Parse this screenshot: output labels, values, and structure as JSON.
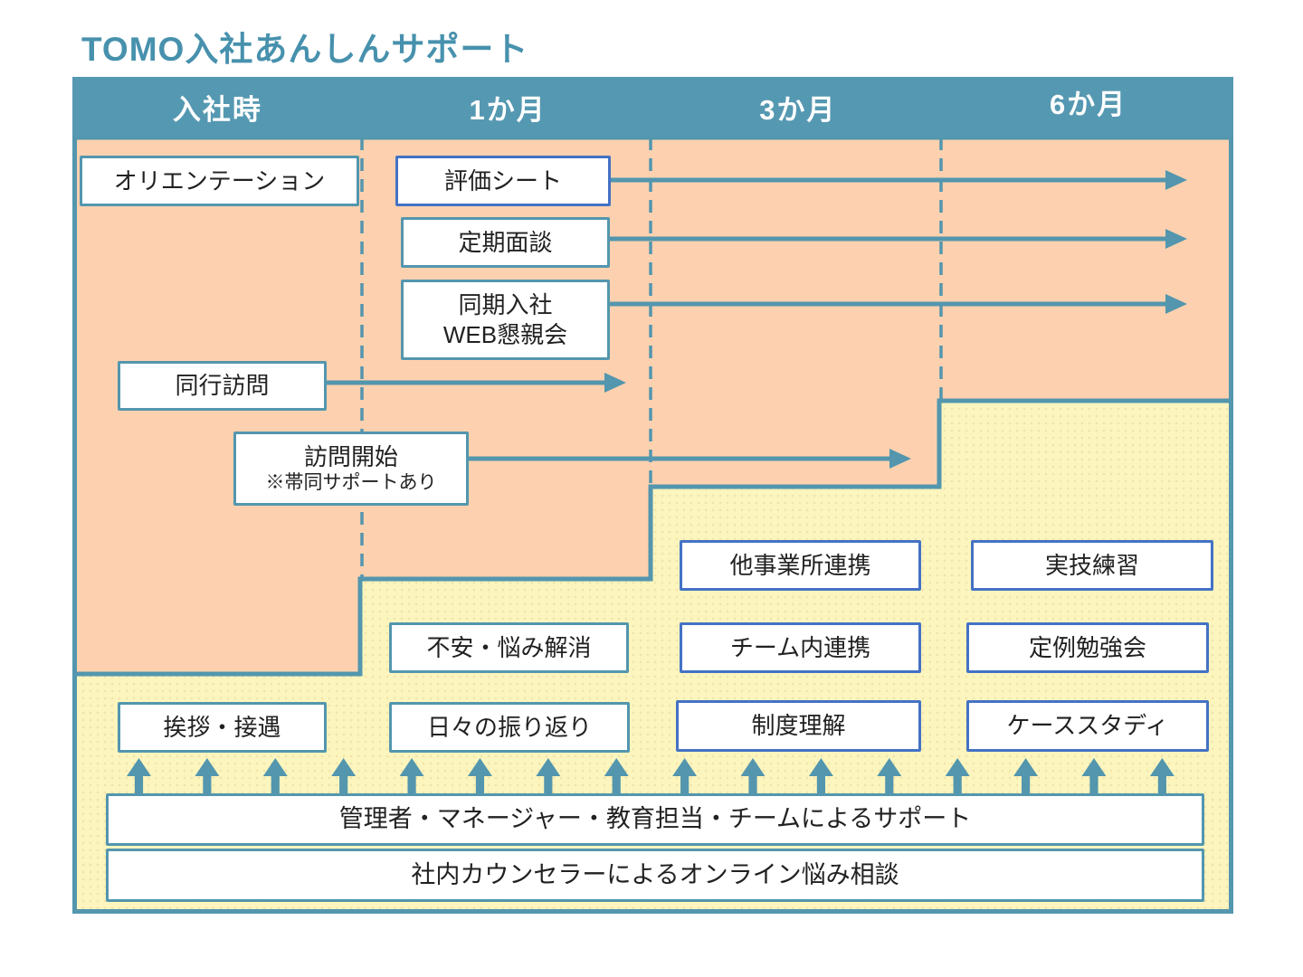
{
  "title": "TOMO入社あんしんサポート",
  "header": {
    "columns": [
      {
        "label": "入社時"
      },
      {
        "label": "1か月"
      },
      {
        "label": "3か月"
      },
      {
        "label": "6か月"
      }
    ]
  },
  "boxes": [
    {
      "label": "オリエンテーション"
    },
    {
      "label": "評価シート"
    },
    {
      "label": "定期面談"
    },
    {
      "label": "同期入社",
      "label2": "WEB懇親会"
    },
    {
      "label": "同行訪問"
    },
    {
      "label": "訪問開始",
      "label2": "※帯同サポートあり"
    },
    {
      "label": "他事業所連携"
    },
    {
      "label": "実技練習"
    },
    {
      "label": "不安・悩み解消"
    },
    {
      "label": "チーム内連携"
    },
    {
      "label": "定例勉強会"
    },
    {
      "label": "挨拶・接遇"
    },
    {
      "label": "日々の振り返り"
    },
    {
      "label": "制度理解"
    },
    {
      "label": "ケーススタディ"
    }
  ],
  "support_bars": [
    {
      "label": "管理者・マネージャー・教育担当・チームによるサポート"
    },
    {
      "label": "社内カウンセラーによるオンライン悩み相談"
    }
  ],
  "up_arrows": {
    "count": 16,
    "direction": "up"
  },
  "colors": {
    "header_teal": "#5598B1",
    "line_teal": "#5396AE",
    "orange_fill": "#FDD1AF",
    "yellow_fill": "#FCF5BE",
    "blue_box_border": "#4472C4",
    "title_teal": "#4791AD"
  }
}
